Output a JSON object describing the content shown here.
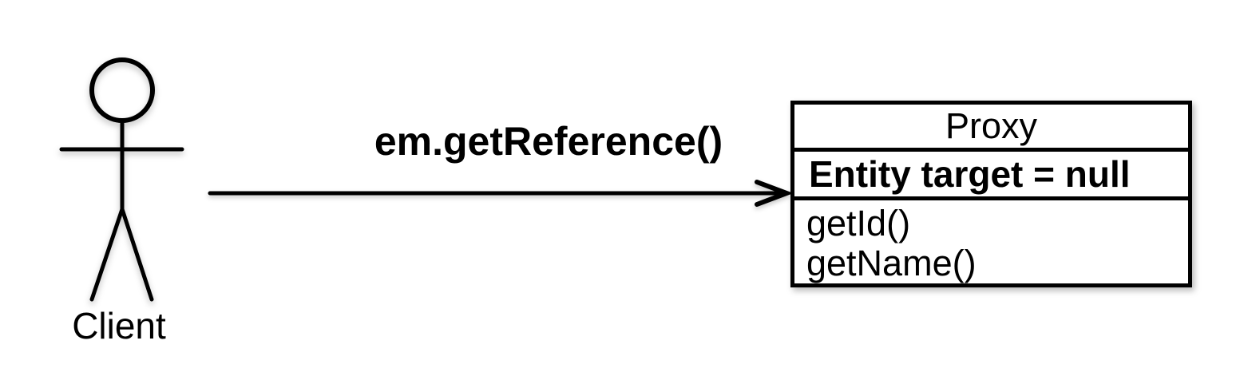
{
  "diagram": {
    "type": "uml-proxy-pattern-diagram",
    "colors": {
      "stroke": "#000000",
      "background": "#ffffff"
    }
  },
  "actor": {
    "label": "Client",
    "icon": "stick-figure-actor-icon"
  },
  "message": {
    "label": "em.getReference()",
    "icon": "right-arrow-icon",
    "direction": "left-to-right"
  },
  "class_box": {
    "title": "Proxy",
    "attribute": "Entity target = null",
    "methods": [
      "getId()",
      "getName()"
    ]
  }
}
